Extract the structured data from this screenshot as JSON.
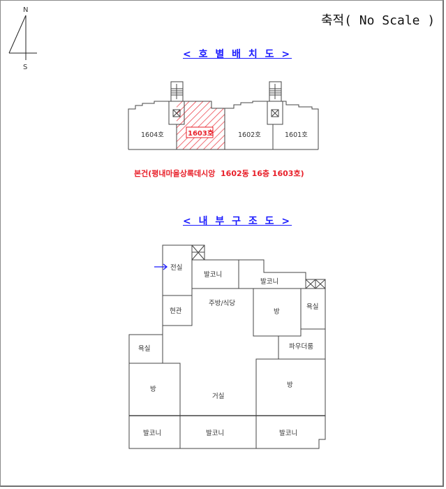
{
  "compass": {
    "north": "N",
    "south": "S"
  },
  "scale_label": "축적( No Scale )",
  "unit_layout": {
    "title": "< 호 별 배 치 도 >",
    "units": [
      {
        "label": "1604호",
        "highlighted": false
      },
      {
        "label": "1603호",
        "highlighted": true
      },
      {
        "label": "1602호",
        "highlighted": false
      },
      {
        "label": "1601호",
        "highlighted": false
      }
    ],
    "highlight_color": "#e8202a",
    "subject_caption": "본건(평내마을상록데시앙  1602동 16층 1603호)"
  },
  "interior_layout": {
    "title": "< 내 부 구 조 도 >",
    "entrance_arrow_color": "#1a1aff",
    "rooms": {
      "dressing_room": "전실",
      "balcony_top_left": "발코니",
      "balcony_top_right": "발코니",
      "entrance": "현관",
      "kitchen_dining": "주방/식당",
      "room_top_right": "방",
      "bathroom_top_right": "욕실",
      "powder_room": "파우더룸",
      "bathroom_left": "욕실",
      "room_left": "방",
      "living_room": "거실",
      "room_right": "방",
      "balcony_bottom_left": "발코니",
      "balcony_bottom_center": "발코니",
      "balcony_bottom_right": "발코니"
    }
  },
  "colors": {
    "title_blue": "#1a1aff",
    "subject_red": "#e8202a",
    "line": "#444444"
  }
}
